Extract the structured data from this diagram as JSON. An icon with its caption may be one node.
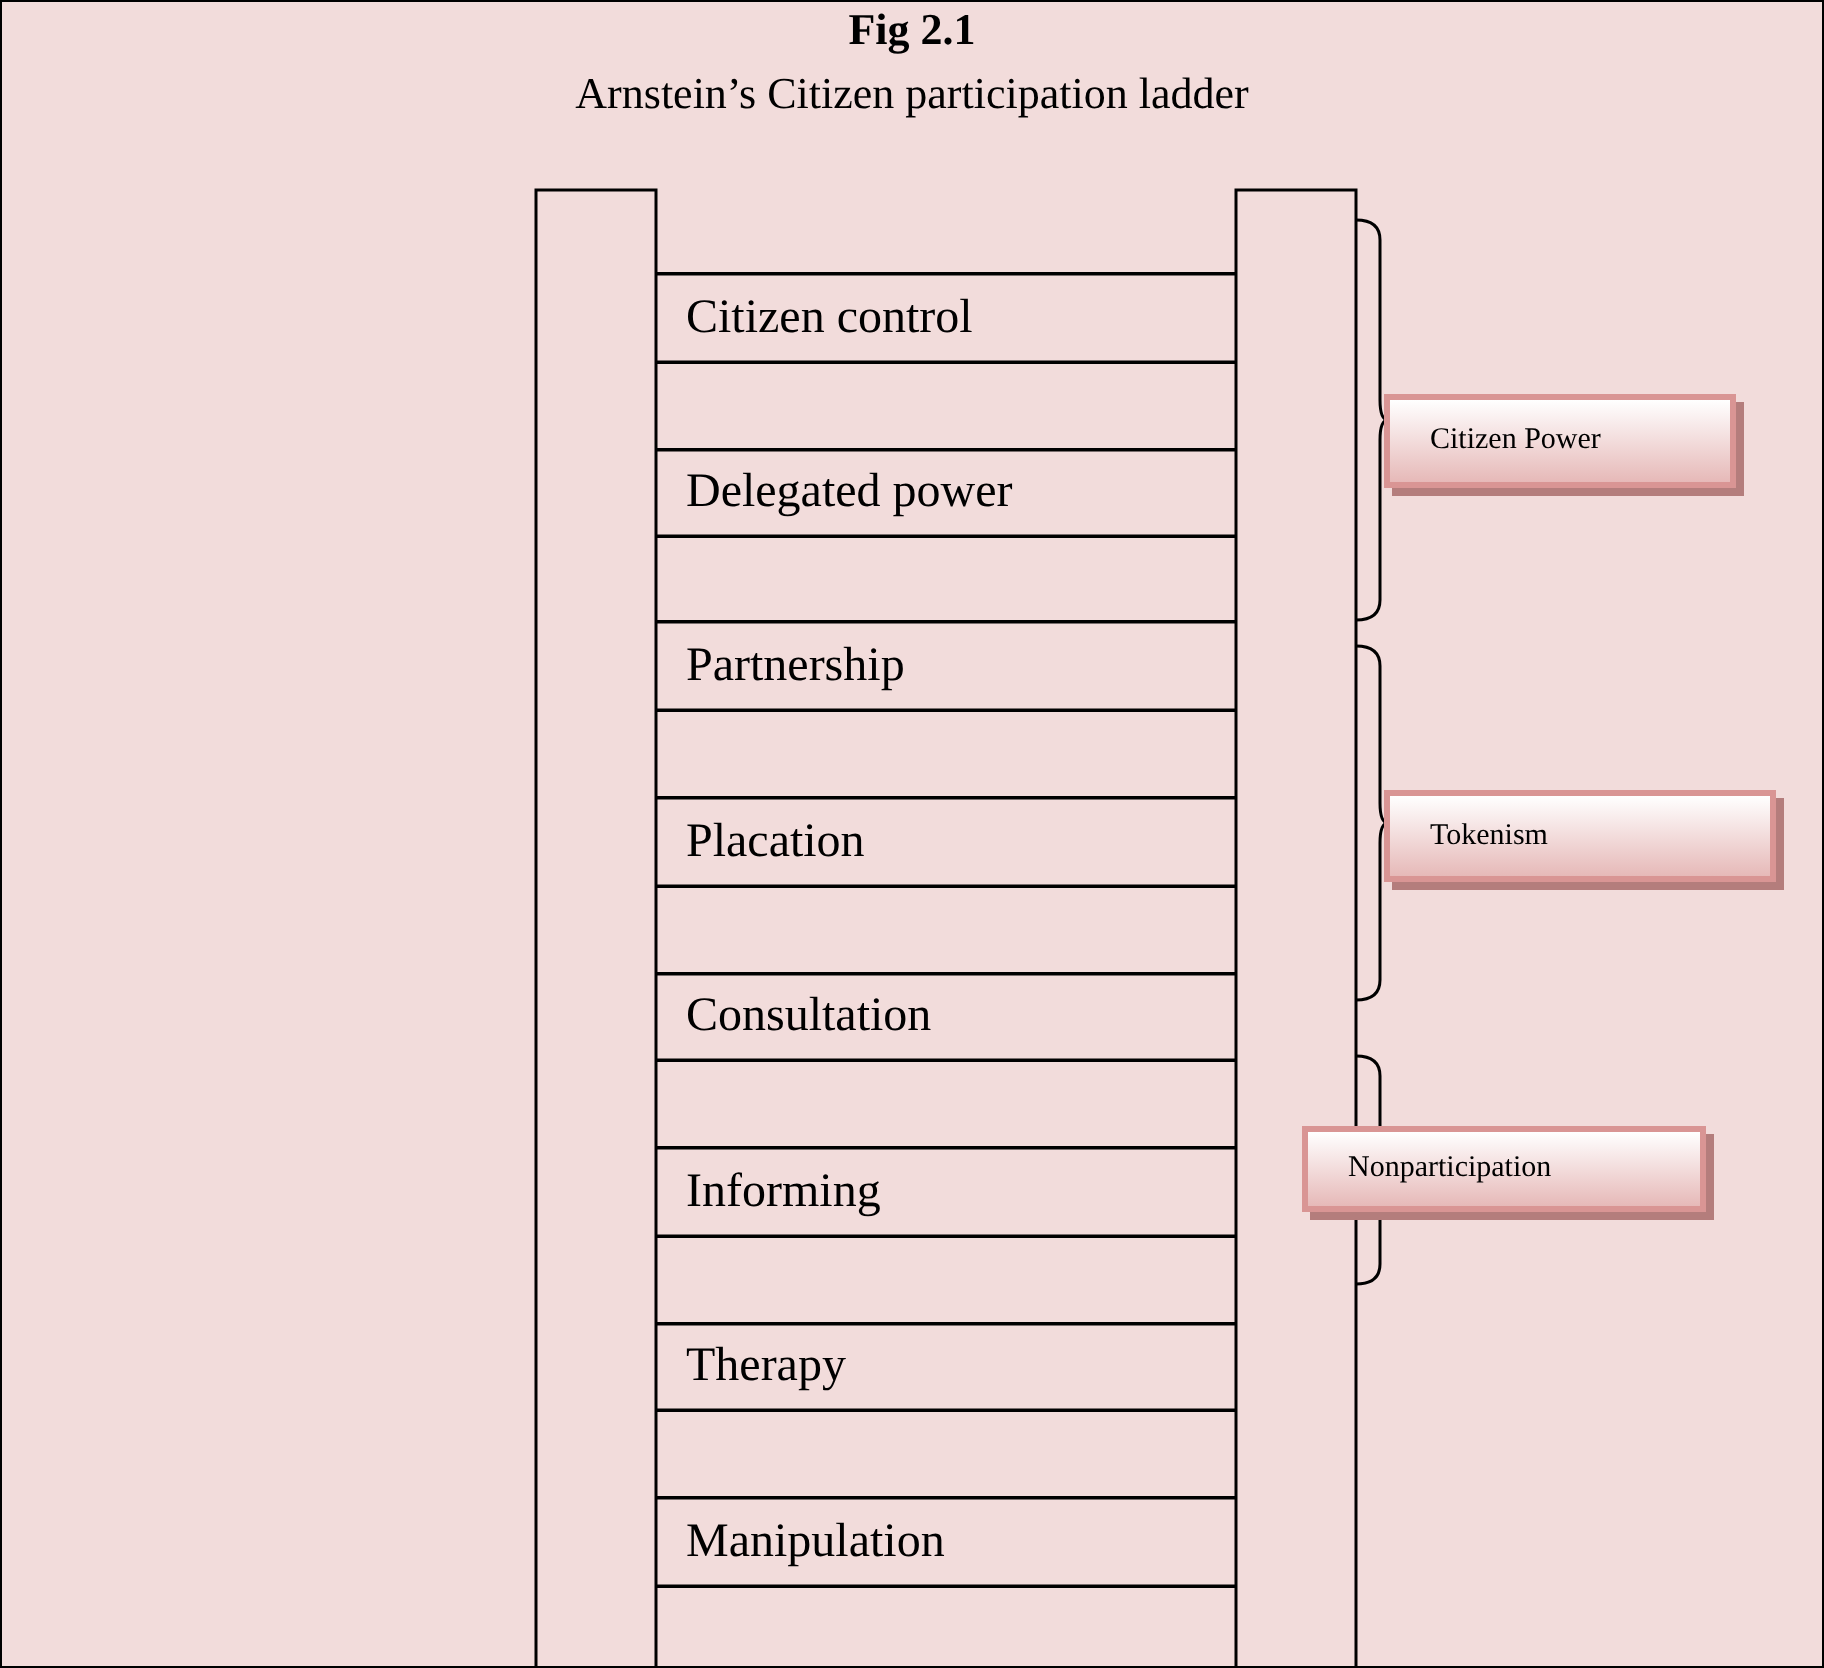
{
  "diagram": {
    "title": "Fig 2.1",
    "nodes": [
      {
        "text": [
          "Citizen control"
        ]
      },
      {
        "text": [
          "Delegated power"
        ]
      },
      {
        "text": [
          "Partnership"
        ]
      },
      {
        "text": [
          "Placation"
        ]
      },
      {
        "text": [
          "Consultation"
        ]
      },
      {
        "text": [
          "Informing"
        ]
      },
      {
        "text": [
          "Therapy"
        ]
      },
      {
        "text": [
          "Manipulation"
        ]
      },
      {
        "text": [
          "Citizen Power"
        ]
      },
      {
        "text": [
          "Tokenism"
        ]
      },
      {
        "text": [
          "Nonparticipation"
        ]
      }
    ],
    "labels": [
      "Arnstein’s Citizen participation ladder"
    ]
  }
}
